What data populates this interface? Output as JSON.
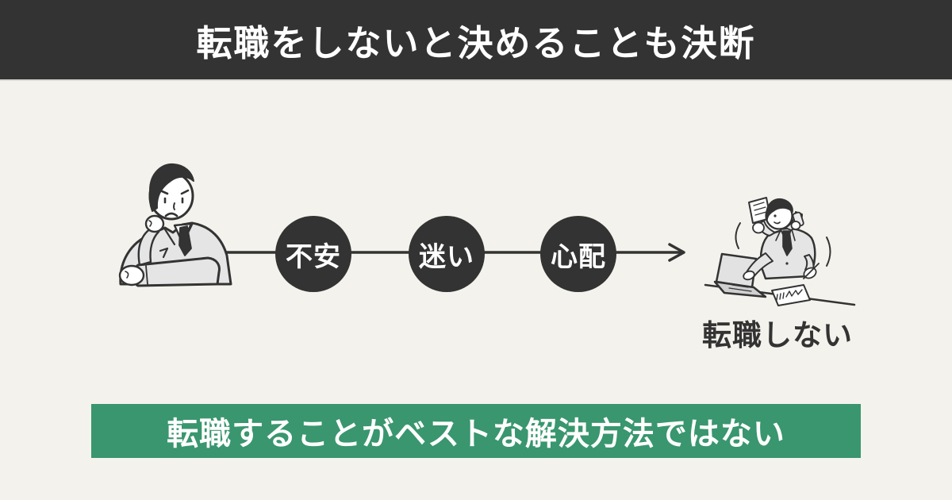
{
  "colors": {
    "background": "#f4f2ec",
    "header_bg": "#333333",
    "header_text": "#ffffff",
    "circle_bg": "#333333",
    "circle_text": "#ffffff",
    "connector_line": "#333333",
    "banner_bg": "#39966e",
    "banner_text": "#ffffff",
    "label_text": "#333333",
    "illustration_gray": "#e5e5e5"
  },
  "header": {
    "title": "転職をしないと決めることも決断"
  },
  "flow": {
    "start_illustration": "worried-businessman-thinking",
    "steps": [
      {
        "label": "不安"
      },
      {
        "label": "迷い"
      },
      {
        "label": "心配"
      }
    ],
    "end_illustration": "busy-businessman-on-phone-at-laptop",
    "end_label": "転職しない"
  },
  "banner": {
    "text": "転職することがベストな解決方法ではない"
  }
}
